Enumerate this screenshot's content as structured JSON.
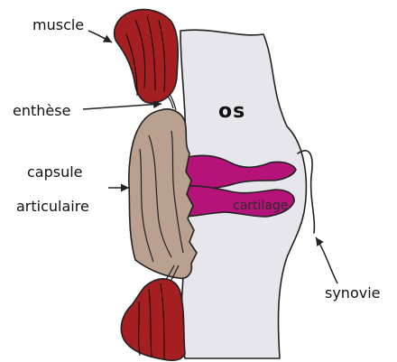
{
  "labels": {
    "muscle": "muscle",
    "enthese": "enthèse",
    "capsule_line1": "capsule",
    "capsule_line2": "articulaire",
    "os": "os",
    "cartilage": "cartilage",
    "synovie": "synovie"
  },
  "colors": {
    "bone": "#e6e6ec",
    "muscle": "#a41e22",
    "capsule": "#b9a08f",
    "cartilage": "#b5127a",
    "outline": "#222222",
    "background": "#ffffff"
  }
}
